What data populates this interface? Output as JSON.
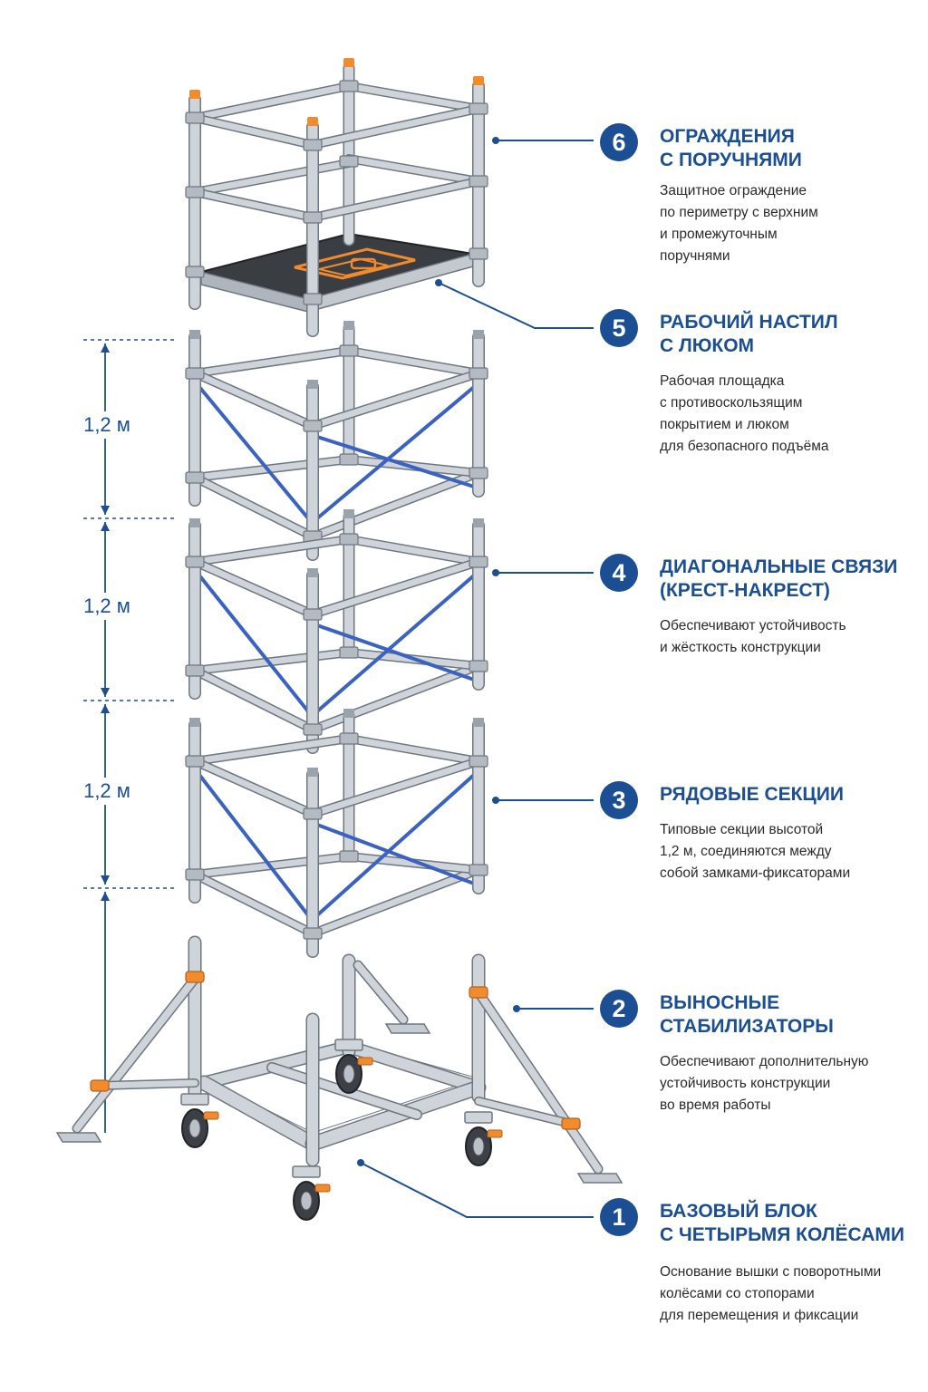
{
  "dimensions": [
    {
      "label": "1,2 м"
    },
    {
      "label": "1,2 м"
    },
    {
      "label": "1,2 м"
    }
  ],
  "callouts": [
    {
      "number": "6",
      "title": "ОГРАЖДЕНИЯ\nС ПОРУЧНЯМИ",
      "description": "Защитное ограждение\nпо периметру с верхним\nи промежуточным\nпоручнями"
    },
    {
      "number": "5",
      "title": "РАБОЧИЙ НАСТИЛ\nС ЛЮКОМ",
      "description": "Рабочая площадка\nс противоскользящим\nпокрытием и люком\nдля безопасного подъёма"
    },
    {
      "number": "4",
      "title": "ДИАГОНАЛЬНЫЕ СВЯЗИ\n(КРЕСТ-НАКРЕСТ)",
      "description": "Обеспечивают устойчивость\nи жёсткость конструкции"
    },
    {
      "number": "3",
      "title": "РЯДОВЫЕ СЕКЦИИ",
      "description": "Типовые секции высотой\n1,2 м, соединяются между\nсобой замками-фиксаторами"
    },
    {
      "number": "2",
      "title": "ВЫНОСНЫЕ\nСТАБИЛИЗАТОРЫ",
      "description": "Обеспечивают дополнительную\nустойчивость конструкции\nво время работы"
    },
    {
      "number": "1",
      "title": "БАЗОВЫЙ БЛОК\nС ЧЕТЫРЬМЯ КОЛЁСАМИ",
      "description": "Основание вышки с поворотными\nколёсами со стопорами\nдля перемещения и фиксации"
    }
  ],
  "colors": {
    "accent": "#1b4e92",
    "brace": "#3a62c0",
    "metal": "#cfd4da",
    "metal_edge": "#6e7680",
    "orange": "#f28a2e",
    "deck": "#3a3d42"
  }
}
